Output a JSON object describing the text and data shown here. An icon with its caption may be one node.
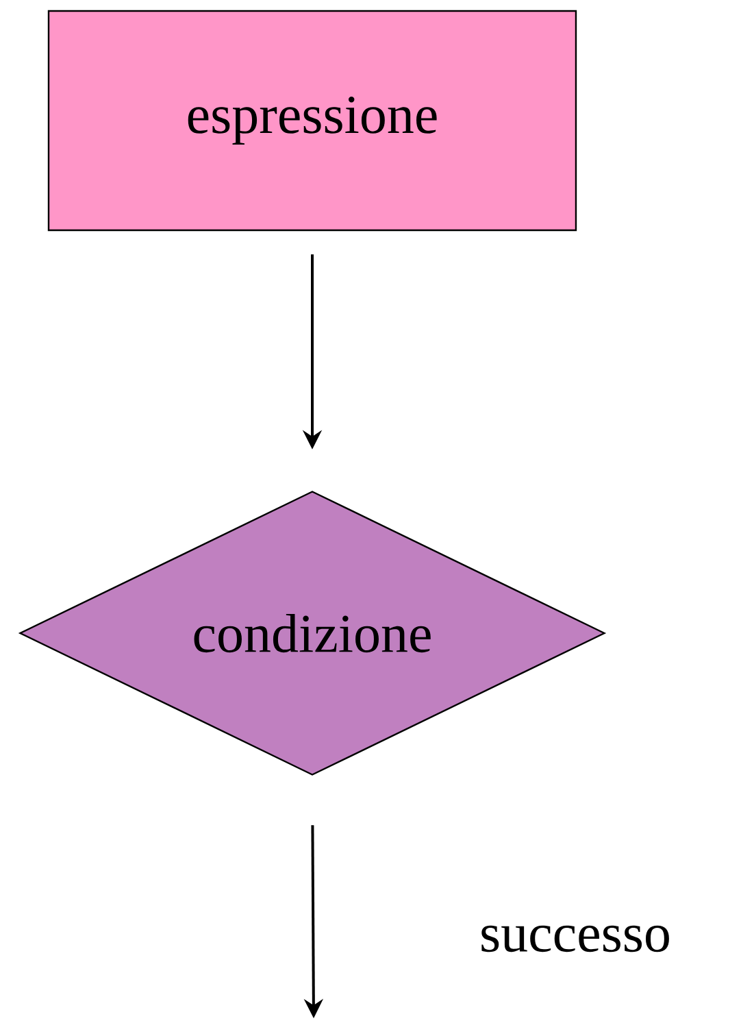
{
  "diagram": {
    "nodes": [
      {
        "text": [
          "espressione"
        ]
      },
      {
        "text": [
          "condizione"
        ]
      }
    ],
    "edges": [
      {
        "from": 0,
        "to": 1,
        "arrow": "to"
      },
      {
        "from": 1,
        "to": null,
        "arrow": "to",
        "label": "successo"
      }
    ]
  }
}
